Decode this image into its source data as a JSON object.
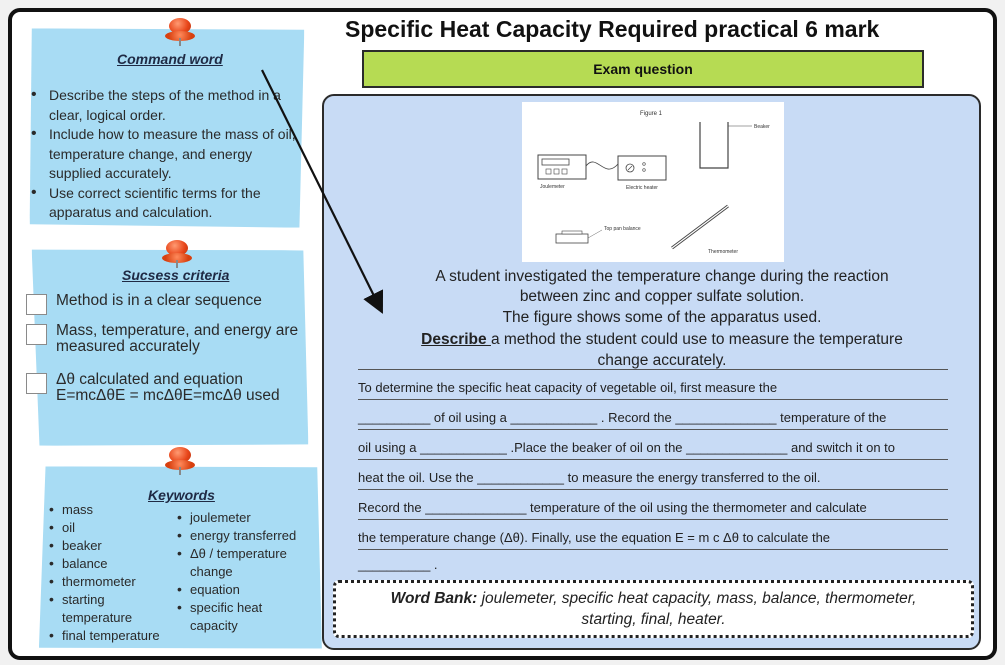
{
  "title": "Specific Heat Capacity Required practical 6 mark",
  "exam_label": "Exam question",
  "command_word": {
    "heading": "Command word",
    "items": [
      "Describe the steps of the method in a clear, logical order.",
      "Include how to measure the mass of oil, temperature change, and energy supplied accurately.",
      "Use correct scientific terms for the apparatus and calculation."
    ]
  },
  "success_criteria": {
    "heading": "Sucsess criteria",
    "items": [
      "Method is in a clear sequence",
      "Mass, temperature, and energy are measured accurately",
      "Δθ calculated and equation E=mcΔθE = mcΔθE=mcΔθ used"
    ]
  },
  "keywords": {
    "heading": "Keywords",
    "col1": [
      "mass",
      "oil",
      "beaker",
      "balance",
      "thermometer",
      "starting temperature",
      "final temperature"
    ],
    "col2": [
      "joulemeter",
      "energy transferred",
      "Δθ / temperature change",
      "equation",
      "specific heat capacity"
    ]
  },
  "figure": {
    "caption": "Figure 1",
    "labels": {
      "beaker": "Beaker",
      "joulemeter": "Joulemeter",
      "heater": "Electric heater",
      "balance": "Top pan balance",
      "thermometer": "Thermometer"
    }
  },
  "question": {
    "line1": "A student investigated the temperature change during the reaction",
    "line2": "between zinc and copper sulfate solution.",
    "line3": "The figure shows some of the apparatus used.",
    "describe_word": "Describe ",
    "line4_rest": "a method the student could use to measure the temperature",
    "line5": "change accurately."
  },
  "fill_lines": [
    "To determine the specific heat capacity of vegetable oil, first measure the",
    "__________ of oil using a ____________ . Record the ______________ temperature of the",
    "oil using a ____________ .Place the beaker of oil on the ______________ and switch it on to",
    "heat the oil. Use the ____________ to measure the energy transferred to the oil.",
    "Record the ______________ temperature of the oil using the thermometer and calculate",
    "the temperature change (Δθ).  Finally, use the equation E = m c Δθ to calculate the",
    "__________ ."
  ],
  "word_bank": {
    "label": "Word Bank:",
    "line1": " joulemeter, specific heat capacity, mass, balance, thermometer,",
    "line2": "starting, final, heater."
  }
}
